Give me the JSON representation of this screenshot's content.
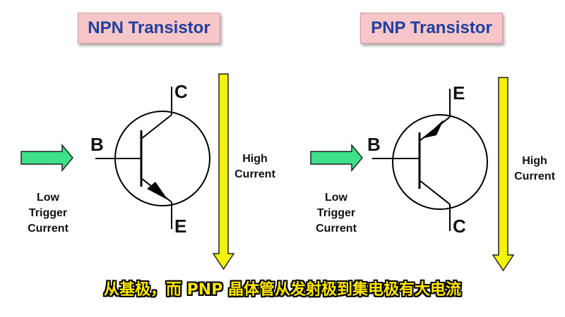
{
  "npn": {
    "title": "NPN Transistor",
    "collector": "C",
    "base": "B",
    "emitter": "E",
    "trigger_label": [
      "Low",
      "Trigger",
      "Current"
    ],
    "current_label": [
      "High",
      "Current"
    ]
  },
  "pnp": {
    "title": "PNP Transistor",
    "top_terminal": "E",
    "base": "B",
    "bottom_terminal": "C",
    "trigger_label": [
      "Low",
      "Trigger",
      "Current"
    ],
    "current_label": [
      "High",
      "Current"
    ]
  },
  "subtitle": "从基极，而 PNP 晶体管从发射极到集电极有大电流",
  "colors": {
    "title_bg": "#f6c6c8",
    "title_text": "#1f3fa0",
    "trigger_arrow": "#3fe08a",
    "current_arrow": "#f2f20a",
    "subtitle_text": "#ffe600"
  }
}
